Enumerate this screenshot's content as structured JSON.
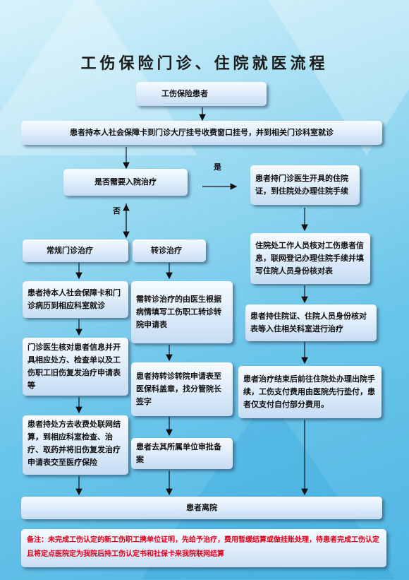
{
  "title": "工伤保险门诊、住院就医流程",
  "nodes": {
    "patient": "工伤保险患者",
    "register": "患者持本人社会保障卡到门诊大厅挂号收费窗口挂号，并到相关门诊科室就诊",
    "decision": "是否需要入院治疗",
    "yes_label": "是",
    "no_label": "否",
    "routine": "常规门诊治疗",
    "transfer": "转诊治疗",
    "routine_step1": "患者持本人社会保障卡和门诊病历到相应科室就诊",
    "routine_step2": "门诊医生核对患者信息并开具相应处方、检查单以及工伤职工旧伤复发治疗申请表等",
    "routine_step3": "患者持处方去收费处联网结算，到相应科室检查、治疗、取药并将旧伤复发治疗申请表交至医疗保险",
    "transfer_step1": "需转诊治疗的由医生根据病情填写工伤职工转诊转院申请表",
    "transfer_step2": "患者持转诊转院申请表至医保科盖章，找分管院长签字",
    "transfer_step3": "患者去其所属单位审批备案",
    "inpatient_step1": "患者持门诊医生开具的住院证，到住院处办理住院手续",
    "inpatient_step2": "住院处工作人员核对工伤患者信息，联网登记办理住院手续并填写住院人员身份核对表",
    "inpatient_step3": "患者持住院证、住院人员身份核对表等入住相关科室进行治疗",
    "inpatient_step4": "患者治疗结束后前往住院处办理出院手续，工伤支付费用由医院先行垫付，患者仅支付自付部分费用。",
    "discharge": "患者离院"
  },
  "note": "备注：未完成工伤认定的新工伤职工携单位证明，先给予治疗，费用暂缓结算或做挂账处理，待患者完成工伤认定且将定点医院定为我院后持工伤认定书和社保卡来我院联网结算",
  "colors": {
    "note_text": "#e0001a",
    "box_top": "#f6fbff",
    "box_bottom": "#c6dcf2",
    "background": "#6cc6ea"
  }
}
